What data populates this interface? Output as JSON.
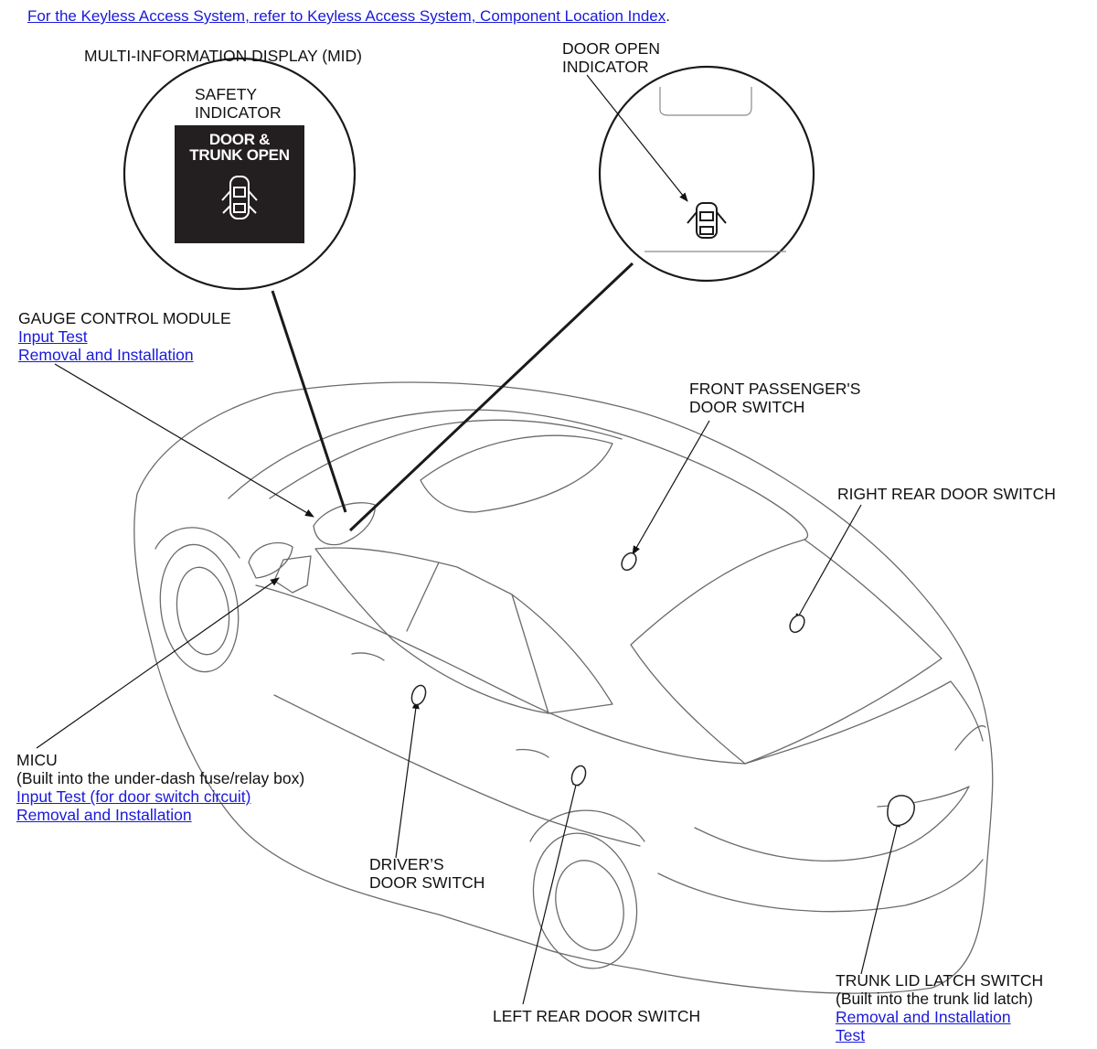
{
  "top_note": {
    "text": "For the Keyless Access System, refer to Keyless Access System, Component Location Index",
    "suffix": "."
  },
  "labels": {
    "mid": "MULTI-INFORMATION DISPLAY (MID)",
    "safety_indicator": [
      "SAFETY",
      "INDICATOR"
    ],
    "display_text": [
      "DOOR &",
      "TRUNK OPEN"
    ],
    "door_open_indicator": [
      "DOOR OPEN",
      "INDICATOR"
    ],
    "gauge_control_module": {
      "title": "GAUGE CONTROL MODULE",
      "links": [
        "Input Test",
        "Removal and Installation"
      ]
    },
    "front_passenger_door_switch": [
      "FRONT PASSENGER'S",
      "DOOR SWITCH"
    ],
    "right_rear_door_switch": "RIGHT REAR DOOR SWITCH",
    "micu": {
      "title": "MICU",
      "note": "(Built into the under-dash fuse/relay box)",
      "links": [
        "Input Test (for door switch circuit)",
        "Removal and Installation"
      ]
    },
    "drivers_door_switch": [
      "DRIVER’S",
      "DOOR SWITCH"
    ],
    "left_rear_door_switch": "LEFT REAR DOOR SWITCH",
    "trunk_lid_latch_switch": {
      "title": "TRUNK LID LATCH SWITCH",
      "note": "(Built into the trunk lid latch)",
      "links": [
        "Removal and Installation",
        "Test"
      ]
    }
  },
  "colors": {
    "link": "#1a1adb",
    "ink": "#111111",
    "display_bg": "#231f20"
  }
}
